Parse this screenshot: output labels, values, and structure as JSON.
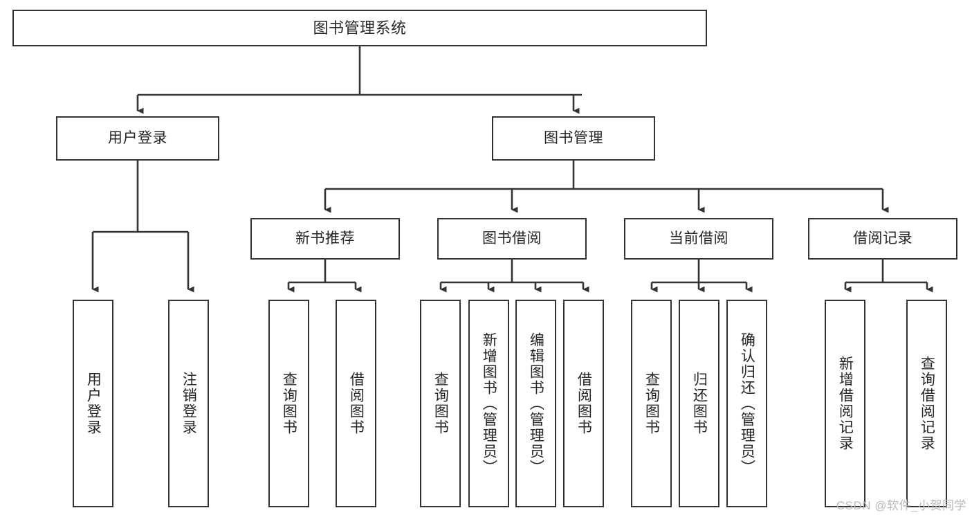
{
  "diagram": {
    "title": "图书管理系统",
    "watermark": "CSDN @软件_小贺同学",
    "stroke_color": "#333333",
    "background_color": "#ffffff",
    "text_color": "#262626",
    "root": {
      "label": "图书管理系统"
    },
    "level2": [
      {
        "label": "用户登录"
      },
      {
        "label": "图书管理"
      }
    ],
    "level3": [
      {
        "label": "新书推荐"
      },
      {
        "label": "图书借阅"
      },
      {
        "label": "当前借阅"
      },
      {
        "label": "借阅记录"
      }
    ],
    "leaves": {
      "user_login": [
        {
          "label": "用户登录"
        },
        {
          "label": "注销登录"
        }
      ],
      "new_book_recommend": [
        {
          "label": "查询图书"
        },
        {
          "label": "借阅图书"
        }
      ],
      "book_borrow": [
        {
          "label": "查询图书"
        },
        {
          "label": "新增图书（管理员）"
        },
        {
          "label": "编辑图书（管理员）"
        },
        {
          "label": "借阅图书"
        }
      ],
      "current_borrow": [
        {
          "label": "查询图书"
        },
        {
          "label": "归还图书"
        },
        {
          "label": "确认归还（管理员）"
        }
      ],
      "borrow_record": [
        {
          "label": "新增借阅记录"
        },
        {
          "label": "查询借阅记录"
        }
      ]
    }
  }
}
